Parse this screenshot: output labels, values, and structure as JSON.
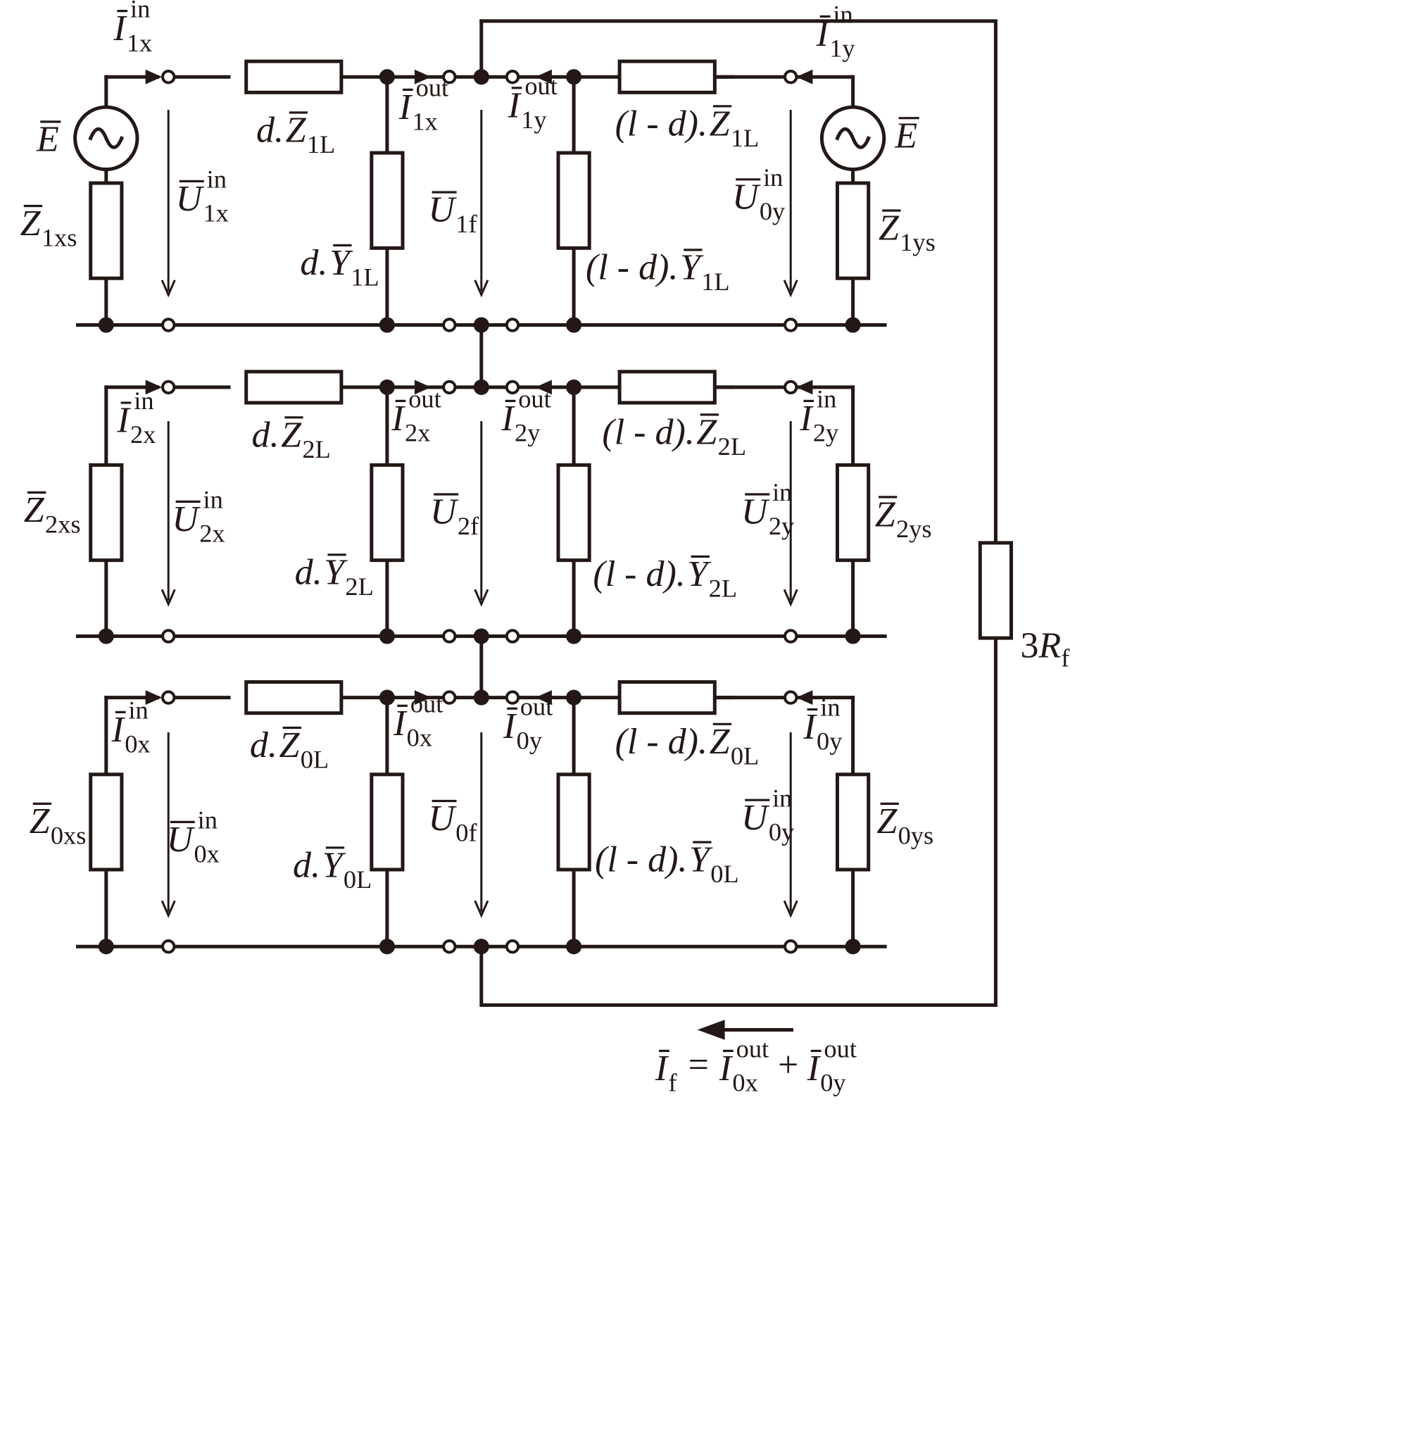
{
  "labels": {
    "I1x_in": [
      "I",
      "1x",
      "in"
    ],
    "I1x_out": [
      "I",
      "1x",
      "out"
    ],
    "I1y_out": [
      "I",
      "1y",
      "out"
    ],
    "I1y_in": [
      "I",
      "1y",
      "in"
    ],
    "U1x_in": [
      "U",
      "1x",
      "in"
    ],
    "U1f": [
      "U",
      "1f",
      ""
    ],
    "U0y_in_top": [
      "U",
      "0y",
      "in"
    ],
    "Z1xs": [
      "Z",
      "1xs",
      ""
    ],
    "Z1ys": [
      "Z",
      "1ys",
      ""
    ],
    "E_left": [
      "E",
      "",
      ""
    ],
    "E_right": [
      "E",
      "",
      ""
    ],
    "dZ1L": [
      "d.",
      "Z",
      "1L"
    ],
    "dY1L": [
      "d.",
      "Y",
      "1L"
    ],
    "ldZ1L": [
      "(l - d).",
      "Z",
      "1L"
    ],
    "ldY1L": [
      "(l - d).",
      "Y",
      "1L"
    ],
    "I2x_in": [
      "I",
      "2x",
      "in"
    ],
    "I2x_out": [
      "I",
      "2x",
      "out"
    ],
    "I2y_out": [
      "I",
      "2y",
      "out"
    ],
    "I2y_in": [
      "I",
      "2y",
      "in"
    ],
    "U2x_in": [
      "U",
      "2x",
      "in"
    ],
    "U2f": [
      "U",
      "2f",
      ""
    ],
    "U2y_in": [
      "U",
      "2y",
      "in"
    ],
    "Z2xs": [
      "Z",
      "2xs",
      ""
    ],
    "Z2ys": [
      "Z",
      "2ys",
      ""
    ],
    "dZ2L": [
      "d.",
      "Z",
      "2L"
    ],
    "dY2L": [
      "d.",
      "Y",
      "2L"
    ],
    "ldZ2L": [
      "(l - d).",
      "Z",
      "2L"
    ],
    "ldY2L": [
      "(l - d).",
      "Y",
      "2L"
    ],
    "I0x_in": [
      "I",
      "0x",
      "in"
    ],
    "I0x_out": [
      "I",
      "0x",
      "out"
    ],
    "I0y_out": [
      "I",
      "0y",
      "out"
    ],
    "I0y_in": [
      "I",
      "0y",
      "in"
    ],
    "U0x_in": [
      "U",
      "0x",
      "in"
    ],
    "U0f": [
      "U",
      "0f",
      ""
    ],
    "U0y_in": [
      "U",
      "0y",
      "in"
    ],
    "Z0xs": [
      "Z",
      "0xs",
      ""
    ],
    "Z0ys": [
      "Z",
      "0ys",
      ""
    ],
    "dZ0L": [
      "d.",
      "Z",
      "0L"
    ],
    "dY0L": [
      "d.",
      "Y",
      "0L"
    ],
    "ldZ0L": [
      "(l - d).",
      "Z",
      "0L"
    ],
    "ldY0L": [
      "(l - d).",
      "Y",
      "0L"
    ],
    "Rf": [
      "3",
      "R",
      "f"
    ],
    "If_eq": {
      "lhs": [
        "I",
        "f",
        ""
      ],
      "eq": "=",
      "t1": [
        "I",
        "0x",
        "out"
      ],
      "plus": "+",
      "t2": [
        "I",
        "0y",
        "out"
      ]
    }
  }
}
